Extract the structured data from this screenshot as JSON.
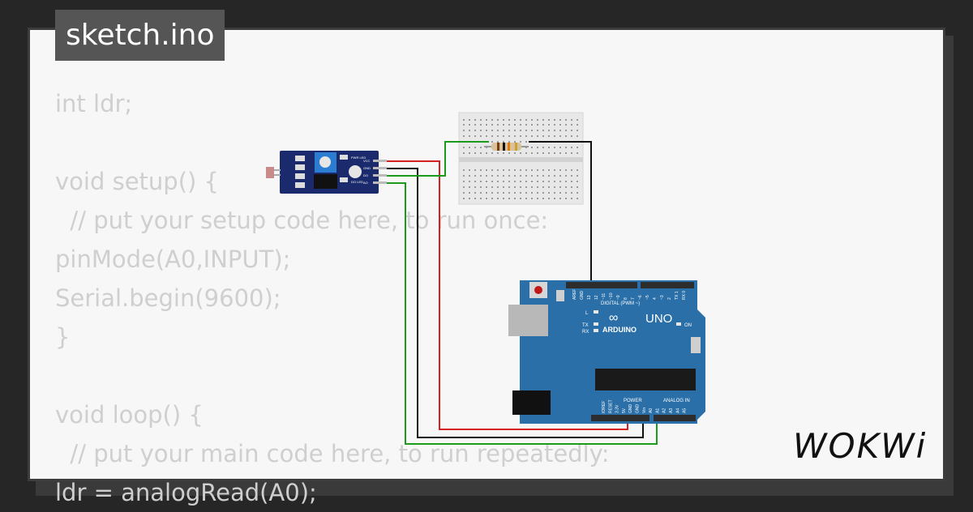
{
  "tab": {
    "filename": "sketch.ino"
  },
  "code": {
    "lines": [
      "int ldr;",
      "",
      "void setup() {",
      "  // put your setup code here, to run once:",
      "pinMode(A0,INPUT);",
      "Serial.begin(9600);",
      "}",
      "",
      "void loop() {",
      "  // put your main code here, to run repeatedly:",
      "ldr = analogRead(A0);"
    ]
  },
  "sensor": {
    "pin_labels": [
      "VCC",
      "GND",
      "DO",
      "AO"
    ],
    "led_labels": [
      "PWR LED",
      "DO LED"
    ]
  },
  "arduino": {
    "brand": "ARDUINO",
    "model": "UNO",
    "digital_label": "DIGITAL (PWM ~)",
    "power_label": "POWER",
    "analog_label": "ANALOG IN",
    "led_labels": [
      "L",
      "TX",
      "RX",
      "ON"
    ],
    "top_pins": [
      "AREF",
      "GND",
      "13",
      "12",
      "~11",
      "~10",
      "~9",
      "8",
      "7",
      "~6",
      "~5",
      "4",
      "~3",
      "2",
      "TX 1",
      "RX 0"
    ],
    "bottom_pins": [
      "IOREF",
      "RESET",
      "3.3V",
      "5V",
      "GND",
      "GND",
      "Vin",
      "A0",
      "A1",
      "A2",
      "A3",
      "A4",
      "A5"
    ]
  },
  "logo": {
    "text": "WOKWi"
  },
  "colors": {
    "background": "#262626",
    "card": "#f7f7f7",
    "tab": "#555555",
    "code_text": "#cfcfcf",
    "board": "#2a6fa8",
    "sensor_board": "#1a2a6c",
    "wire_red": "#d42020",
    "wire_black": "#111111",
    "wire_green": "#1c9a1c"
  }
}
